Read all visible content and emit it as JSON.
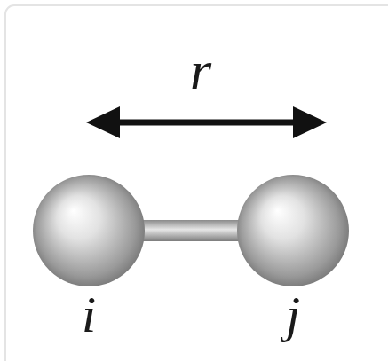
{
  "diagram": {
    "nodes": [
      {
        "text": [
          "i"
        ]
      },
      {
        "text": [
          "j"
        ]
      }
    ],
    "edges": [
      {
        "from": 0,
        "to": 1,
        "arrow": "none"
      }
    ],
    "labels": [
      "r"
    ]
  }
}
